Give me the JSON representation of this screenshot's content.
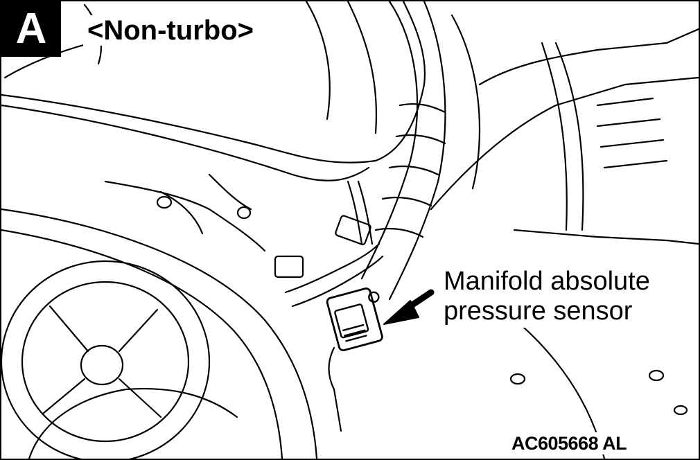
{
  "diagram": {
    "badge_letter": "A",
    "variant_label": "<Non-turbo>",
    "callout": {
      "line1": "Manifold absolute",
      "line2": "pressure sensor"
    },
    "figure_id": "AC605668",
    "figure_suffix": "AL"
  },
  "colors": {
    "line": "#000000",
    "background": "#ffffff"
  }
}
